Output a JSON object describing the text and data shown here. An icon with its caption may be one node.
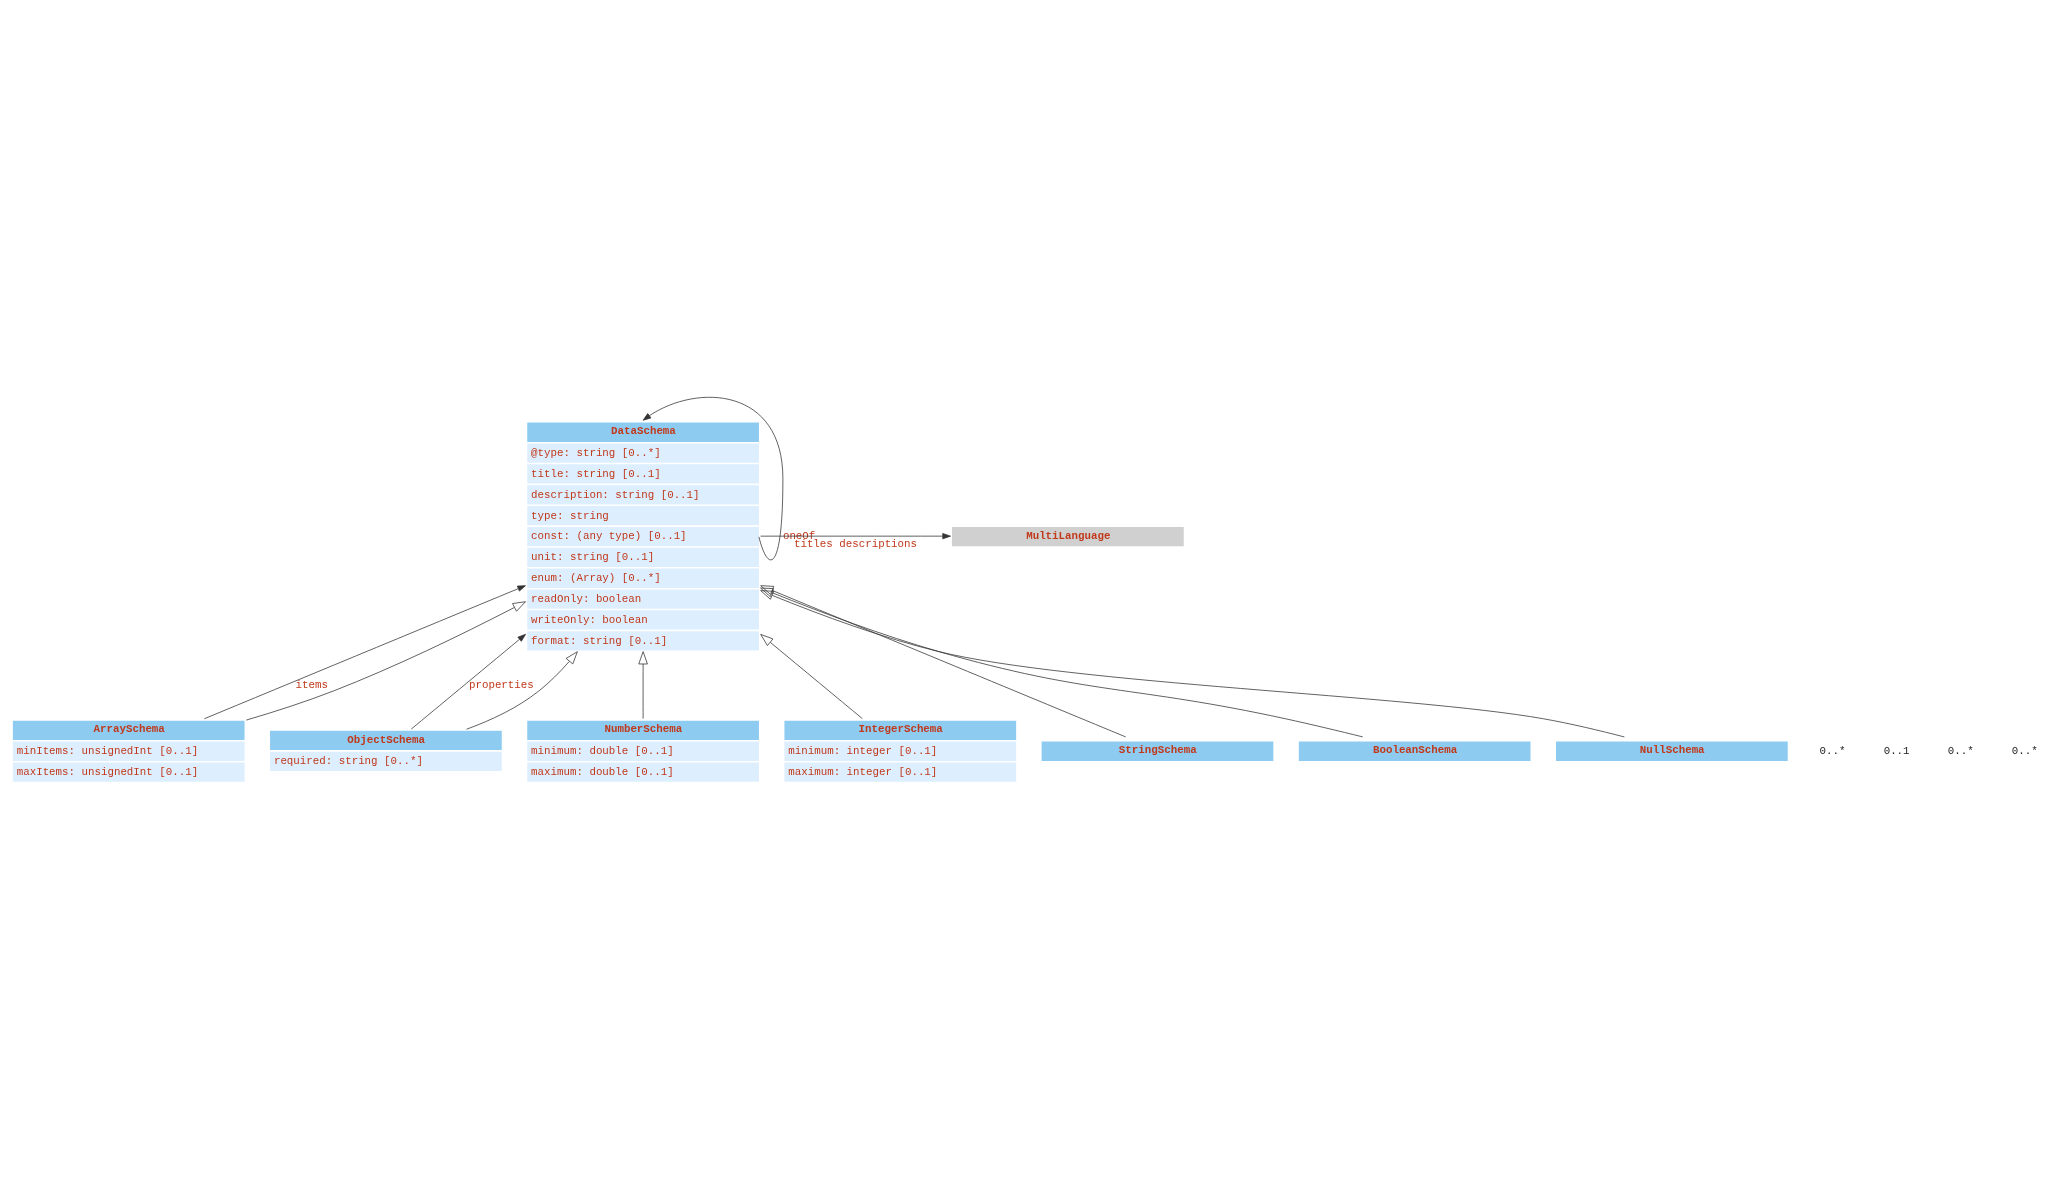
{
  "diagram": {
    "nodes": [
      {
        "text": [
          "DataSchema",
          "@type: string [0..*]",
          "title: string [0..1]",
          "description: string [0..1]",
          "type: string",
          "const: (any type) [0..1]",
          "unit: string [0..1]",
          "enum: (Array) [0..*]",
          "readOnly: boolean",
          "writeOnly: boolean",
          "format: string [0..1]"
        ]
      },
      {
        "text": [
          "MultiLanguage"
        ]
      },
      {
        "text": [
          "ArraySchema",
          "minItems: unsignedInt [0..1]",
          "maxItems: unsignedInt [0..1]"
        ]
      },
      {
        "text": [
          "ObjectSchema",
          "required: string [0..*]"
        ]
      },
      {
        "text": [
          "NumberSchema",
          "minimum: double [0..1]",
          "maximum: double [0..1]"
        ]
      },
      {
        "text": [
          "IntegerSchema",
          "minimum: integer [0..1]",
          "maximum: integer [0..1]"
        ]
      },
      {
        "text": [
          "StringSchema"
        ]
      },
      {
        "text": [
          "BooleanSchema"
        ]
      },
      {
        "text": [
          "NullSchema"
        ]
      }
    ],
    "edges": [
      {
        "from": 0,
        "to": 0,
        "arrow": "to",
        "label": "oneOf"
      },
      {
        "from": 0,
        "to": 1,
        "arrow": "to",
        "label": "titles descriptions"
      },
      {
        "from": 2,
        "to": 0,
        "arrow": "to",
        "label": "items"
      },
      {
        "from": 3,
        "to": 0,
        "arrow": "to",
        "label": "properties"
      },
      {
        "from": 2,
        "to": 0,
        "arrow": "to"
      },
      {
        "from": 6,
        "to": 0,
        "arrow": "to"
      },
      {
        "from": 3,
        "to": 0,
        "arrow": "to"
      },
      {
        "from": 7,
        "to": 0,
        "arrow": "to"
      },
      {
        "from": 4,
        "to": 0,
        "arrow": "to"
      },
      {
        "from": 8,
        "to": 0,
        "arrow": "to"
      },
      {
        "from": 5,
        "to": 0,
        "arrow": "to"
      }
    ],
    "labels": [
      "0..*",
      "0..1",
      "0..*",
      "0..*"
    ]
  }
}
